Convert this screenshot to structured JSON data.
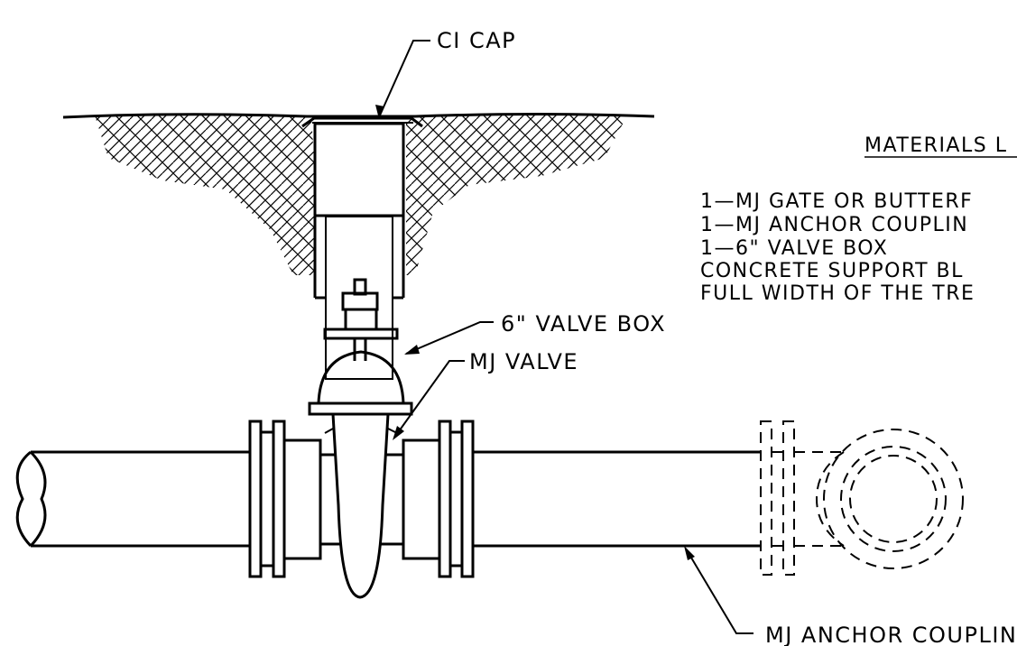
{
  "labels": {
    "ci_cap": "CI CAP",
    "valve_box": "6\" VALVE BOX",
    "mj_valve": "MJ VALVE",
    "anchor_coupling": "MJ ANCHOR COUPLIN"
  },
  "materials": {
    "heading": "MATERIALS L",
    "items": [
      "1—MJ GATE OR BUTTERF",
      "1—MJ ANCHOR COUPLIN",
      "1—6\" VALVE BOX",
      "CONCRETE SUPPORT BL",
      "FULL WIDTH OF THE TRE"
    ]
  }
}
